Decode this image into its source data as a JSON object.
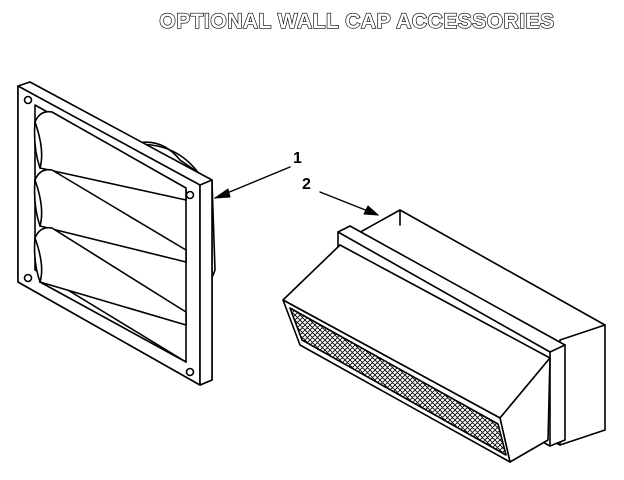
{
  "title": "OPTIONAL WALL CAP ACCESSORIES",
  "callouts": [
    {
      "label": "1"
    },
    {
      "label": "2"
    }
  ]
}
